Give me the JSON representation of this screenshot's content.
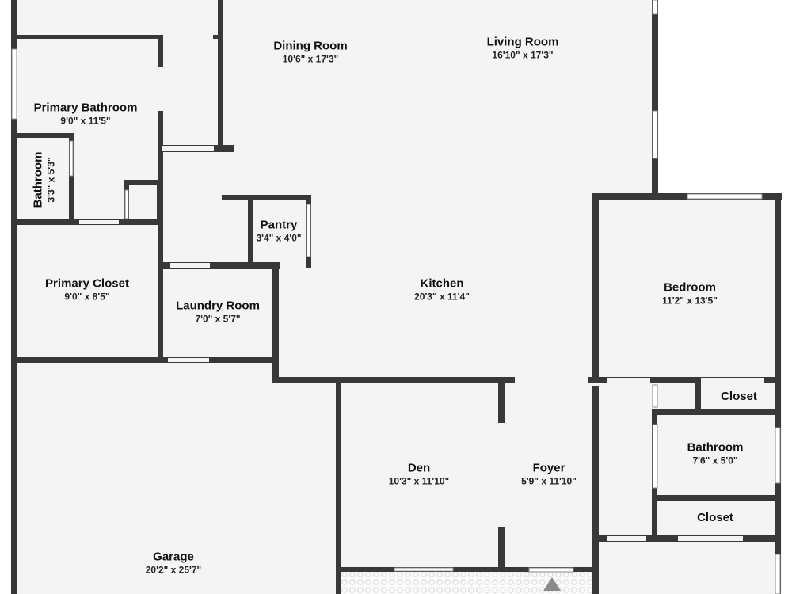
{
  "rooms": {
    "dining": {
      "name": "Dining Room",
      "dims": "10'6\" x 17'3\""
    },
    "living": {
      "name": "Living Room",
      "dims": "16'10\" x 17'3\""
    },
    "primary_bath": {
      "name": "Primary Bathroom",
      "dims": "9'0\" x 11'5\""
    },
    "bath_small": {
      "name": "Bathroom",
      "dims": "3'3\" x 5'3\""
    },
    "pantry": {
      "name": "Pantry",
      "dims": "3'4\" x 4'0\""
    },
    "kitchen": {
      "name": "Kitchen",
      "dims": "20'3\" x 11'4\""
    },
    "bedroom": {
      "name": "Bedroom",
      "dims": "11'2\" x 13'5\""
    },
    "primary_closet": {
      "name": "Primary Closet",
      "dims": "9'0\" x 8'5\""
    },
    "laundry": {
      "name": "Laundry Room",
      "dims": "7'0\" x 5'7\""
    },
    "closet_a": {
      "name": "Closet"
    },
    "bath_2": {
      "name": "Bathroom",
      "dims": "7'6\" x 5'0\""
    },
    "closet_b": {
      "name": "Closet"
    },
    "den": {
      "name": "Den",
      "dims": "10'3\" x 11'10\""
    },
    "foyer": {
      "name": "Foyer",
      "dims": "5'9\" x 11'10\""
    },
    "garage": {
      "name": "Garage",
      "dims": "20'2\" x 25'7\""
    }
  },
  "colors": {
    "wall": "#383838",
    "floor": "#f4f4f4",
    "window": "#ffffff"
  },
  "icons": {
    "entry": "entry-arrow-icon"
  }
}
